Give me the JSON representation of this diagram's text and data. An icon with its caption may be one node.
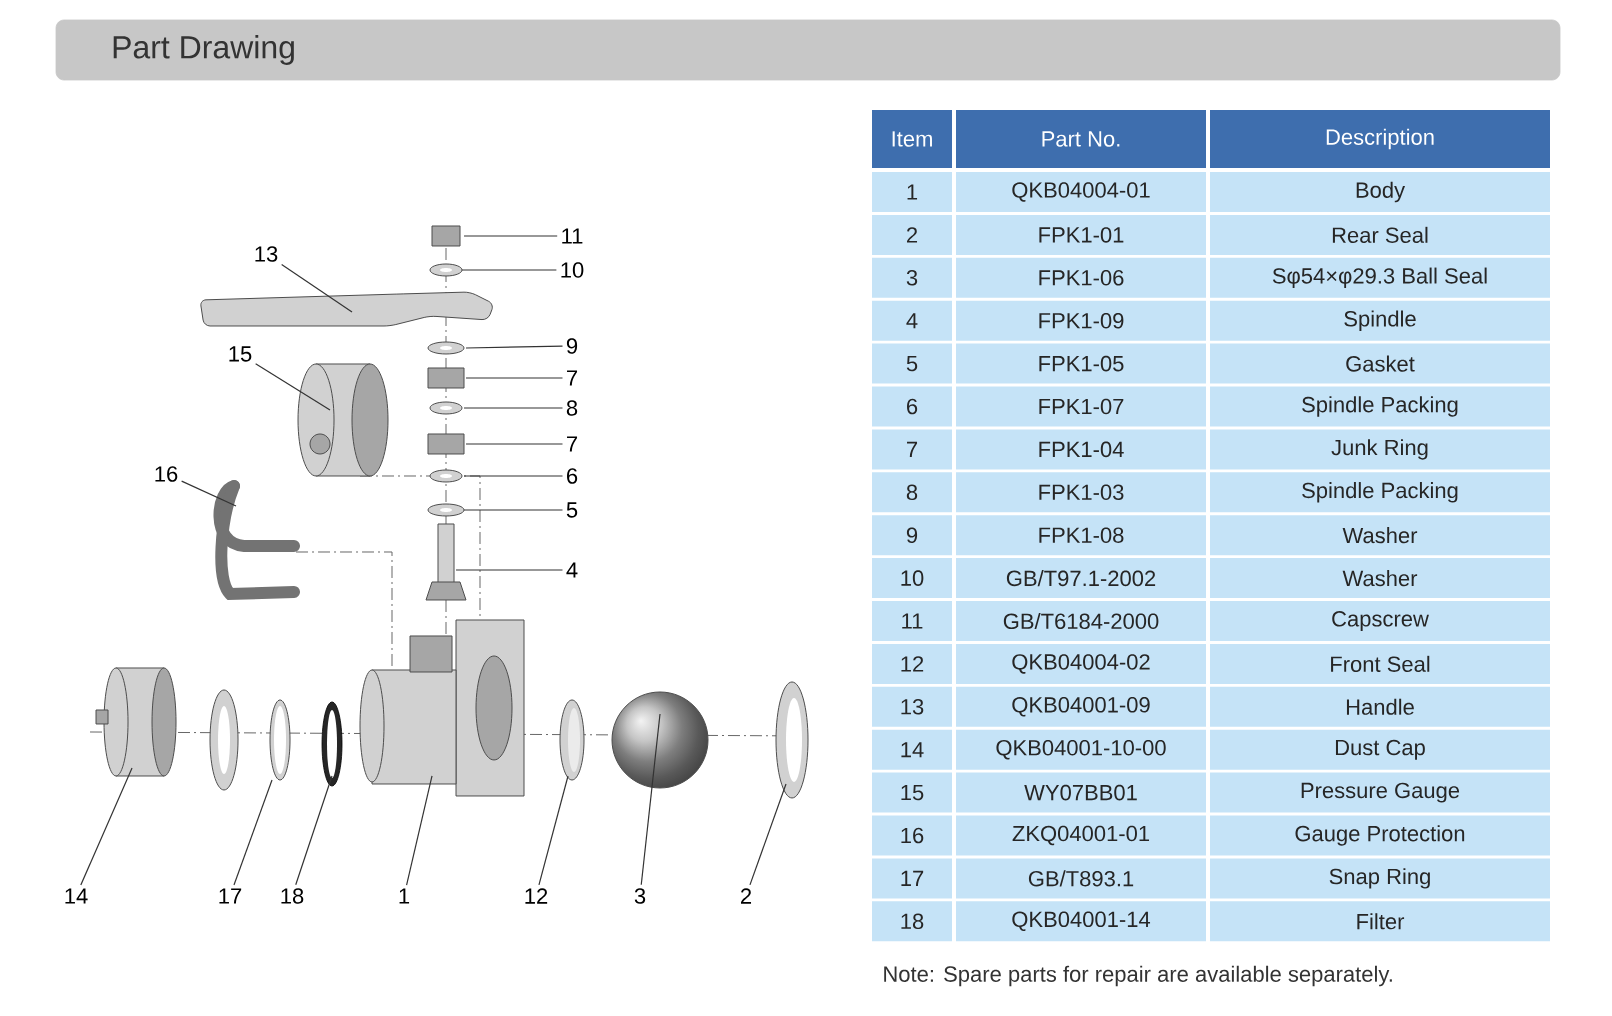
{
  "diagram": {
    "title": "Part Drawing",
    "caption": "Note: Spare parts for repair are available separately.",
    "nodes": [
      {
        "text": [
          "11"
        ]
      },
      {
        "text": [
          "10"
        ]
      },
      {
        "text": [
          "13"
        ]
      },
      {
        "text": [
          "9"
        ]
      },
      {
        "text": [
          "7"
        ]
      },
      {
        "text": [
          "15"
        ]
      },
      {
        "text": [
          "8"
        ]
      },
      {
        "text": [
          "7"
        ]
      },
      {
        "text": [
          "16"
        ]
      },
      {
        "text": [
          "6"
        ]
      },
      {
        "text": [
          "5"
        ]
      },
      {
        "text": [
          "4"
        ]
      },
      {
        "text": [
          "14"
        ]
      },
      {
        "text": [
          "17"
        ]
      },
      {
        "text": [
          "18"
        ]
      },
      {
        "text": [
          "1"
        ]
      },
      {
        "text": [
          "12"
        ]
      },
      {
        "text": [
          "3"
        ]
      },
      {
        "text": [
          "2"
        ]
      }
    ],
    "edges": [
      {
        "from": 0,
        "to": null,
        "arrow": "none"
      },
      {
        "from": 1,
        "to": null,
        "arrow": "none"
      },
      {
        "from": 2,
        "to": null,
        "arrow": "none"
      },
      {
        "from": 3,
        "to": null,
        "arrow": "none"
      },
      {
        "from": 4,
        "to": null,
        "arrow": "none"
      },
      {
        "from": 5,
        "to": null,
        "arrow": "none"
      },
      {
        "from": 6,
        "to": null,
        "arrow": "none"
      },
      {
        "from": 7,
        "to": null,
        "arrow": "none"
      },
      {
        "from": 8,
        "to": null,
        "arrow": "none"
      },
      {
        "from": 9,
        "to": null,
        "arrow": "none"
      },
      {
        "from": 10,
        "to": null,
        "arrow": "none"
      },
      {
        "from": 11,
        "to": null,
        "arrow": "none"
      },
      {
        "from": 12,
        "to": null,
        "arrow": "none"
      },
      {
        "from": 13,
        "to": null,
        "arrow": "none"
      },
      {
        "from": 14,
        "to": null,
        "arrow": "none"
      },
      {
        "from": 15,
        "to": null,
        "arrow": "none"
      },
      {
        "from": 16,
        "to": null,
        "arrow": "none"
      },
      {
        "from": 17,
        "to": null,
        "arrow": "none"
      },
      {
        "from": 18,
        "to": null,
        "arrow": "none"
      }
    ],
    "labels": [
      "Item",
      "Part No.",
      "Description",
      "1",
      "QKB04004-01",
      "Body",
      "2",
      "FPK1-01",
      "Rear Seal",
      "3",
      "FPK1-06",
      "Sφ54×φ29.3 Ball Seal",
      "4",
      "FPK1-09",
      "Spindle",
      "5",
      "FPK1-05",
      "Gasket",
      "6",
      "FPK1-07",
      "Spindle Packing",
      "7",
      "FPK1-04",
      "Junk Ring",
      "8",
      "FPK1-03",
      "Spindle Packing",
      "9",
      "FPK1-08",
      "Washer",
      "10",
      "GB/T97.1-2002",
      "Washer",
      "11",
      "GB/T6184-2000",
      "Capscrew",
      "12",
      "QKB04004-02",
      "Front Seal",
      "13",
      "QKB04001-09",
      "Handle",
      "14",
      "QKB04001-10-00",
      "Dust Cap",
      "15",
      "WY07BB01",
      "Pressure Gauge",
      "16",
      "ZKQ04001-01",
      "Gauge Protection",
      "17",
      "GB/T893.1",
      "Snap Ring",
      "18",
      "QKB04001-14",
      "Filter"
    ]
  }
}
